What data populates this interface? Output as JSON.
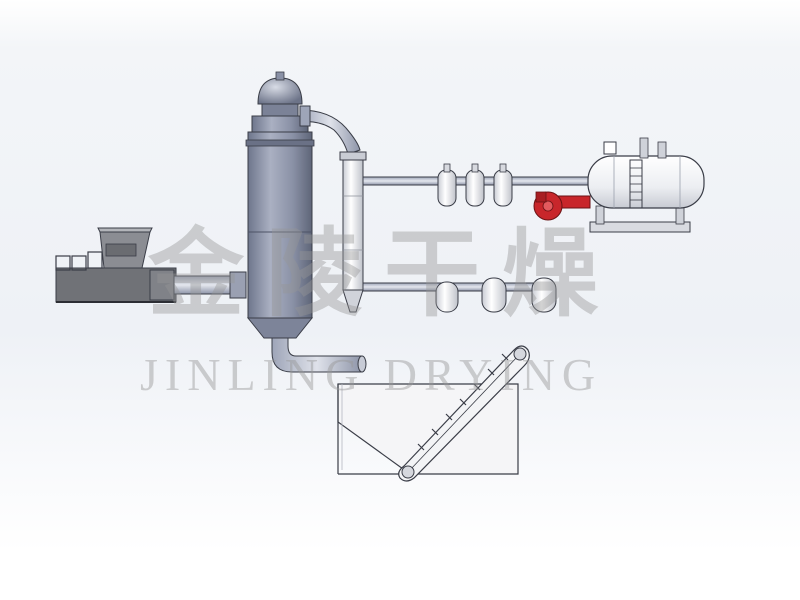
{
  "watermark": {
    "chinese": "金陵干燥",
    "english": "JINLING DRYING"
  },
  "components": [
    "screw-feeder",
    "drying-tower",
    "cyclone-inlet-duct",
    "dust-collector-column",
    "upper-bag-filters",
    "lower-bag-filters",
    "hot-air-boiler",
    "induced-draft-fan",
    "outlet-elbow-duct",
    "receiving-hopper",
    "belt-conveyor"
  ],
  "colors": {
    "steel_blue": "#8a91a6",
    "steel_light": "#c3c8d6",
    "outline": "#3a3d47",
    "white_vessel": "#f4f4f6",
    "fan_red": "#c8262b",
    "feeder_gray": "#6f7176",
    "watermark": "#969696"
  }
}
